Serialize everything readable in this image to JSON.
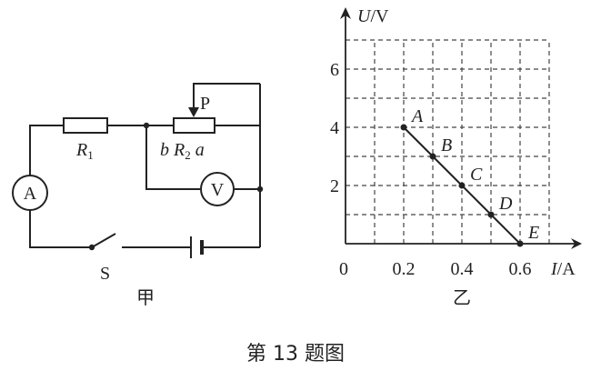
{
  "circuit": {
    "r1_label": "R",
    "r1_sub": "1",
    "r2_prefix": "b ",
    "r2_label": "R",
    "r2_sub": "2",
    "r2_suffix": " a",
    "slider_label": "P",
    "ammeter_label": "A",
    "voltmeter_label": "V",
    "switch_label": "S",
    "caption": "甲"
  },
  "chart_data": {
    "type": "line",
    "title": "",
    "caption": "乙",
    "xlabel_var": "I",
    "xlabel_unit": "/A",
    "ylabel_var": "U",
    "ylabel_unit": "/V",
    "origin_label": "0",
    "x_ticks": [
      "0.2",
      "0.4",
      "0.6"
    ],
    "y_ticks": [
      "2",
      "4",
      "6"
    ],
    "xlim": [
      0,
      0.7
    ],
    "ylim": [
      0,
      7
    ],
    "grid": true,
    "grid_x_step": 0.1,
    "grid_y_step": 1,
    "series": [
      {
        "points": [
          {
            "label": "A",
            "x": 0.2,
            "y": 4
          },
          {
            "label": "B",
            "x": 0.3,
            "y": 3
          },
          {
            "label": "C",
            "x": 0.4,
            "y": 2
          },
          {
            "label": "D",
            "x": 0.5,
            "y": 1
          },
          {
            "label": "E",
            "x": 0.6,
            "y": 0
          }
        ]
      }
    ]
  },
  "figure_caption": "第 13 题图"
}
